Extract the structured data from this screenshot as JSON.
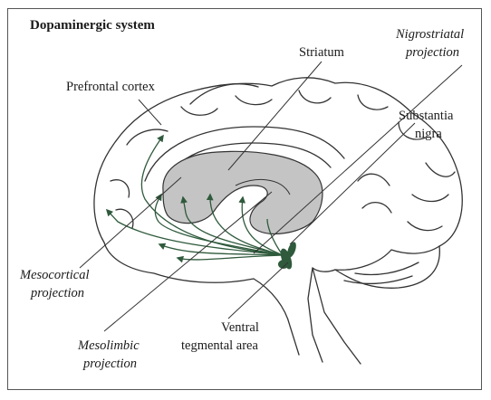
{
  "title": "Dopaminergic system",
  "labels": {
    "striatum": "Striatum",
    "prefrontal_cortex": "Prefrontal cortex",
    "substantia_nigra_line1": "Substantia",
    "substantia_nigra_line2": "nigra",
    "vta_line1": "Ventral",
    "vta_line2": "tegmental area"
  },
  "projections": {
    "nigrostriatal_line1": "Nigrostriatal",
    "nigrostriatal_line2": "projection",
    "mesocortical_line1": "Mesocortical",
    "mesocortical_line2": "projection",
    "mesolimbic_line1": "Mesolimbic",
    "mesolimbic_line2": "projection"
  },
  "colors": {
    "pathway": "#2f5a3c",
    "striatum_fill": "#c4c4c4",
    "outline": "#333333"
  }
}
